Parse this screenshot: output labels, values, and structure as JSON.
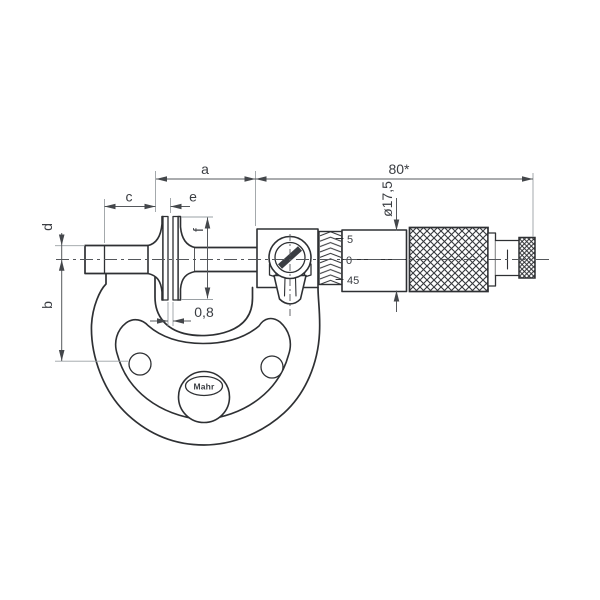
{
  "labels": {
    "a": "a",
    "b": "b",
    "c": "c",
    "d": "d",
    "e": "e",
    "f": "f",
    "disc_edge_width": "0,8",
    "overall_length": "80*",
    "thimble_diameter": "ø17,5"
  },
  "sleeve_scale": {
    "upper": "5",
    "index": "0",
    "lower": "45"
  },
  "brand": "Mahr",
  "colors": {
    "outline": "#2e3033",
    "dimension": "#55585c",
    "extension": "#9aa0a4",
    "label_text": "#3a3d42",
    "background": "#ffffff"
  }
}
